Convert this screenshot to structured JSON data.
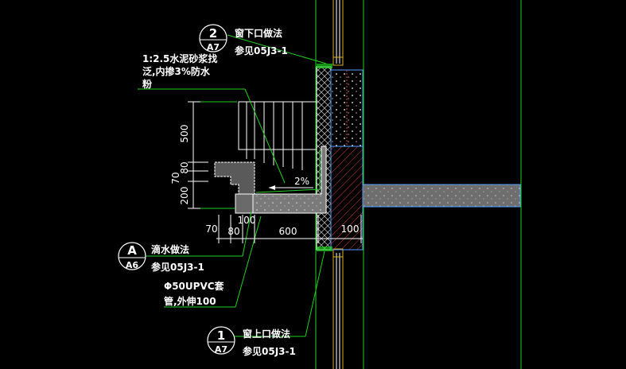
{
  "colors": {
    "background": "#000000",
    "leader_green": "#1fd11f",
    "structure_gray": "#8a8a8a",
    "outline_white": "#ffffff",
    "insulation_blue": "#4aa0ff",
    "hatch_red": "#d44040",
    "glass_yellow": "#d8b020"
  },
  "callouts": {
    "sill": {
      "number": "2",
      "sheet": "A7",
      "title": "窗下口做法",
      "ref": "参见05J3-1"
    },
    "drip": {
      "letter": "A",
      "sheet": "A6",
      "title": "滴水做法",
      "ref": "参见05J3-1"
    },
    "lintel": {
      "number": "1",
      "sheet": "A7",
      "title": "窗上口做法",
      "ref": "参见05J3-1"
    }
  },
  "notes": {
    "mortar_line1": "1:2.5水泥砂浆找",
    "mortar_line2": "泛,内掺3%防水",
    "mortar_line3": "粉",
    "pipe_line1": "Φ50UPVC套",
    "pipe_line2": "管,外伸100",
    "slope": "2%"
  },
  "dimensions": {
    "vertical": [
      "500",
      "80",
      "70",
      "200"
    ],
    "horizontal": [
      "70",
      "80",
      "100",
      "600",
      "100"
    ]
  }
}
